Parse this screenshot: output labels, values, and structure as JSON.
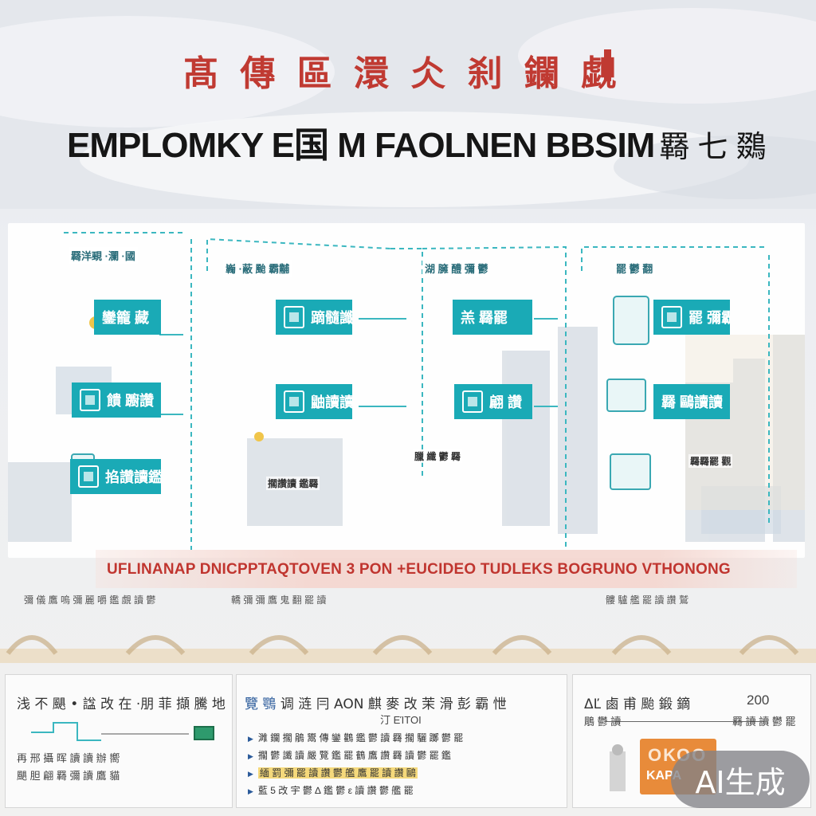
{
  "header": {
    "top_title": "髙 傳 區 澴 仌 刹 鑭 觑",
    "main_title": "EMPLOMKY E国 M FAOLNEN BBSIM",
    "main_title_cn": "羇 七 鵽"
  },
  "columns": [
    {
      "head": "羇洋覡 ·瀾 ·國",
      "chips": [
        "鑾籠 藏",
        "饋 躕讚",
        "掐讚讀鑑"
      ]
    },
    {
      "head": "巈 ·蔽 颱 霸黼",
      "chips": [
        "蹢髓讖",
        "鼬讀讀"
      ]
    },
    {
      "head": "湖 臃 醴 彌 鬱",
      "chips": [
        "羔 羇罷",
        "翩 讚"
      ]
    },
    {
      "head": "罷 鬱 翻",
      "chips": [
        "罷 彌霸",
        "羇 鷗讀讀"
      ]
    }
  ],
  "node_labels": [
    "擱讚讀 鑑羇",
    "臘 纖 鬱 羇",
    "羇羇罷 觀"
  ],
  "banner": {
    "text": "UFLINANAP DNICPPTAQTOVEN 3 PON +EUCIDEO TUDLEKS BOGRUNO VTHONONG",
    "sub": [
      "彌 儀 鷹 嗚 彌 麗 嚼 鑑 覷 讀 鬱",
      "轎 彌 彌 鷹 鬼 翻 罷 讀",
      "髏 驢 艦 罷 讀 讚 鷲"
    ]
  },
  "cards": {
    "left": {
      "title": "浅 不 颶 • 諡 改 在 ·朋 菲 擷 騰 地",
      "rows": [
        "再 邢 攝 晖 讀 讀 辦 嚮",
        "颶 胆 翩 羇 彌 讀 鷹 貓"
      ]
    },
    "middle": {
      "title_accent": "覽 鶚",
      "title": "调 涟 冃 AON 麒 麥 改 茉 滑 彭 霸 怈",
      "subtitle": "汀 ΕΊΤΟΙ",
      "bullets": [
        "濉 鑭 擱 鵑 鬻 傳 鑾 鸛 鑑 鬱 讀 羇 擱 驪 躑 鬱 罷",
        "擱 鬱 讖 讀 嚴 覽 鑑 罷 鶴 鷹 讚 羇 讀 鬱 罷 鑑",
        "緬 罰 彌 罷 讀 讚 鬱 艦 鷹 罷 讀 讚 鷗",
        "藍 5 改 宇 鬱 ∆ 鑑 鬱 ε 讀 讚 鬱 艦 罷"
      ]
    },
    "right": {
      "title": "ΔĽ 鹵 甫 颱 鍛 鏑",
      "year": "200",
      "rows": [
        "羇 讀 讀 鬱 罷",
        "鵰 鬱 讀"
      ],
      "logo_top": "ΟΚΟΟ",
      "logo_bottom": "ΚΑΡΑ"
    }
  },
  "badge": "AI生成",
  "colors": {
    "teal": "#1aaab6",
    "red": "#c0352f",
    "orange": "#e88b3a",
    "navy": "#2a5a9a"
  }
}
